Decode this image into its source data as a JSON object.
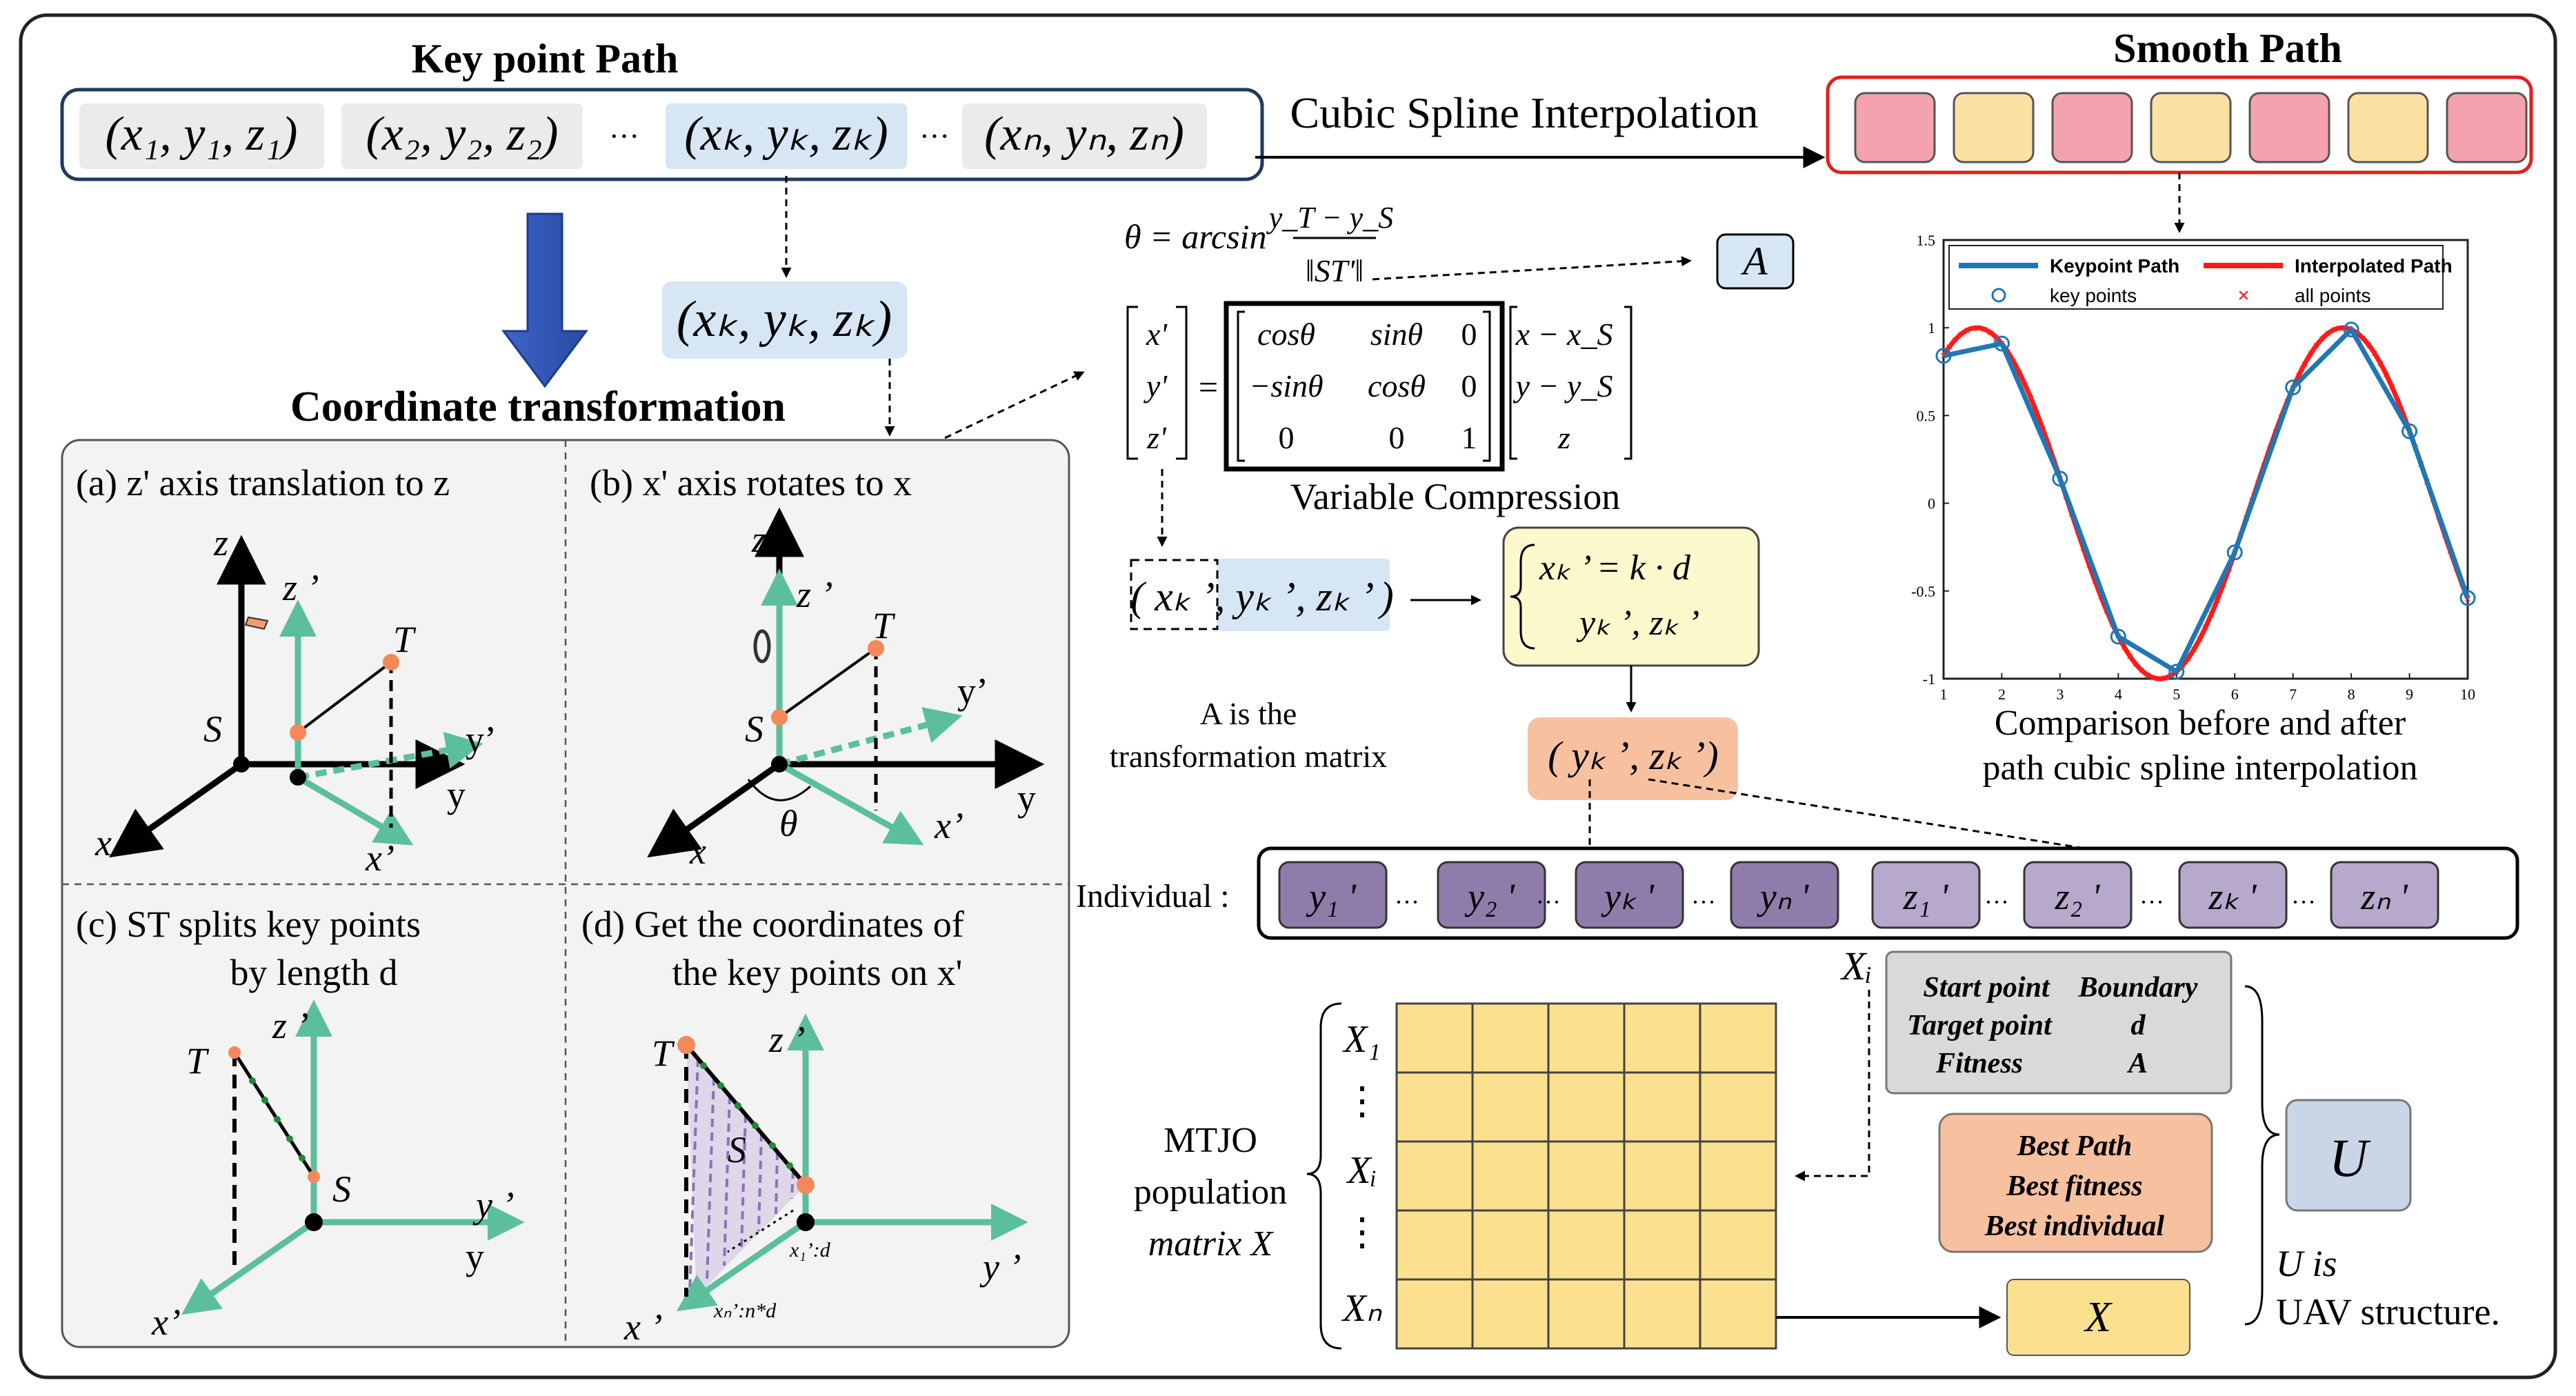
{
  "keypoint_path": {
    "title": "Key point Path",
    "tuples": [
      "(x₁, y₁, z₁)",
      "(x₂, y₂, z₂)",
      "···",
      "(xₖ, yₖ, zₖ)",
      "···",
      "(xₙ, yₙ, zₙ)"
    ],
    "selected": "(xₖ, yₖ, zₖ)"
  },
  "spline_label": "Cubic Spline Interpolation",
  "smooth_path": {
    "title": "Smooth Path",
    "cells": [
      "pink",
      "yellow",
      "pink",
      "yellow",
      "pink",
      "yellow",
      "pink"
    ],
    "colors": {
      "pink": "#f4a3ae",
      "yellow": "#fbe2a2"
    }
  },
  "coord_transform": {
    "title": "Coordinate transformation",
    "panel_a": {
      "caption": "(a)   z' axis translation to z",
      "labels": [
        "z",
        "z ’",
        "T",
        "S",
        "y’",
        "y",
        "x",
        "x’"
      ]
    },
    "panel_b": {
      "caption": "(b)    x' axis rotates to x",
      "labels": [
        "z",
        "z ’",
        "T",
        "S",
        "y’",
        "y",
        "x",
        "x’",
        "θ"
      ]
    },
    "panel_c": {
      "caption_line1": "(c)    ST splits key points",
      "caption_line2": "by length d",
      "labels": [
        "T",
        "z ’",
        "S",
        "y ’",
        "y",
        "x’"
      ]
    },
    "panel_d": {
      "caption_line1": "(d) Get the coordinates of",
      "caption_line2": "the key points on x'",
      "labels": [
        "T",
        "z ’",
        "S",
        "y ’",
        "x ’",
        "x₁’:d",
        "xₙ’:n*d"
      ]
    }
  },
  "math": {
    "theta_eq": "θ = arcsin (y_T − y_S) / ‖ST'‖",
    "A": "A",
    "lhs": [
      "x'",
      "y'",
      "z'"
    ],
    "matrix": [
      [
        "cosθ",
        "sinθ",
        "0"
      ],
      [
        "−sinθ",
        "cosθ",
        "0"
      ],
      [
        "0",
        "0",
        "1"
      ]
    ],
    "rhs": [
      "x − x_S",
      "y − y_S",
      "z"
    ],
    "var_compression": "Variable Compression",
    "compressed_tuple": "( xₖ ’, yₖ ’, zₖ ’ )",
    "brace_line1": "xₖ ’ = k · d",
    "brace_line2": "yₖ ’, zₖ ’",
    "yz_tuple": "( yₖ ’, zₖ ’)",
    "A_note": [
      "A is the",
      "transformation matrix"
    ]
  },
  "chart_data": {
    "type": "line",
    "title": "",
    "xlabel": "",
    "ylabel": "",
    "xlim": [
      1,
      10
    ],
    "ylim": [
      -1,
      1.5
    ],
    "xticks": [
      "1",
      "2",
      "3",
      "4",
      "5",
      "6",
      "7",
      "8",
      "9",
      "10"
    ],
    "yticks": [
      "-1",
      "-0.5",
      "0",
      "0.5",
      "1",
      "1.5"
    ],
    "legend": [
      "Keypoint Path",
      "Interpolated Path",
      "key points",
      "all points"
    ],
    "legend_position": "top",
    "series": [
      {
        "name": "Keypoint Path",
        "color": "#1f77b4",
        "x": [
          1,
          2,
          3,
          4,
          5,
          6,
          7,
          8,
          9,
          10
        ],
        "y": [
          0.84,
          0.91,
          0.14,
          -0.76,
          -0.96,
          -0.28,
          0.66,
          0.99,
          0.41,
          -0.54
        ]
      },
      {
        "name": "Interpolated Path",
        "color": "#ff1a1a",
        "function": "sin(x)",
        "x_range": [
          1,
          10
        ]
      }
    ],
    "caption_line1": "Comparison before and after",
    "caption_line2": "path cubic spline interpolation"
  },
  "individual": {
    "label": "Individual :",
    "cells": [
      "y₁ '",
      "y₂ '",
      "yₖ '",
      "yₙ '",
      "z₁ '",
      "z₂ '",
      "zₖ '",
      "zₙ '"
    ],
    "colors": {
      "y": "#8f7cab",
      "z": "#b7a9cc"
    },
    "Xi": "Xᵢ"
  },
  "population": {
    "label_lines": [
      "MTJO",
      "population",
      "matrix X"
    ],
    "rows": [
      "X₁",
      "⋮",
      "Xᵢ",
      "⋮",
      "Xₙ"
    ],
    "grid_rows": 5,
    "grid_cols": 5,
    "X": "X"
  },
  "uav": {
    "info_rows": [
      [
        "Start point",
        "Boundary"
      ],
      [
        "Target point",
        "d"
      ],
      [
        "Fitness",
        "A"
      ]
    ],
    "best_lines": [
      "Best Path",
      "Best fitness",
      "Best individual"
    ],
    "U": "U",
    "note_lines": [
      "U is",
      "UAV structure."
    ]
  }
}
